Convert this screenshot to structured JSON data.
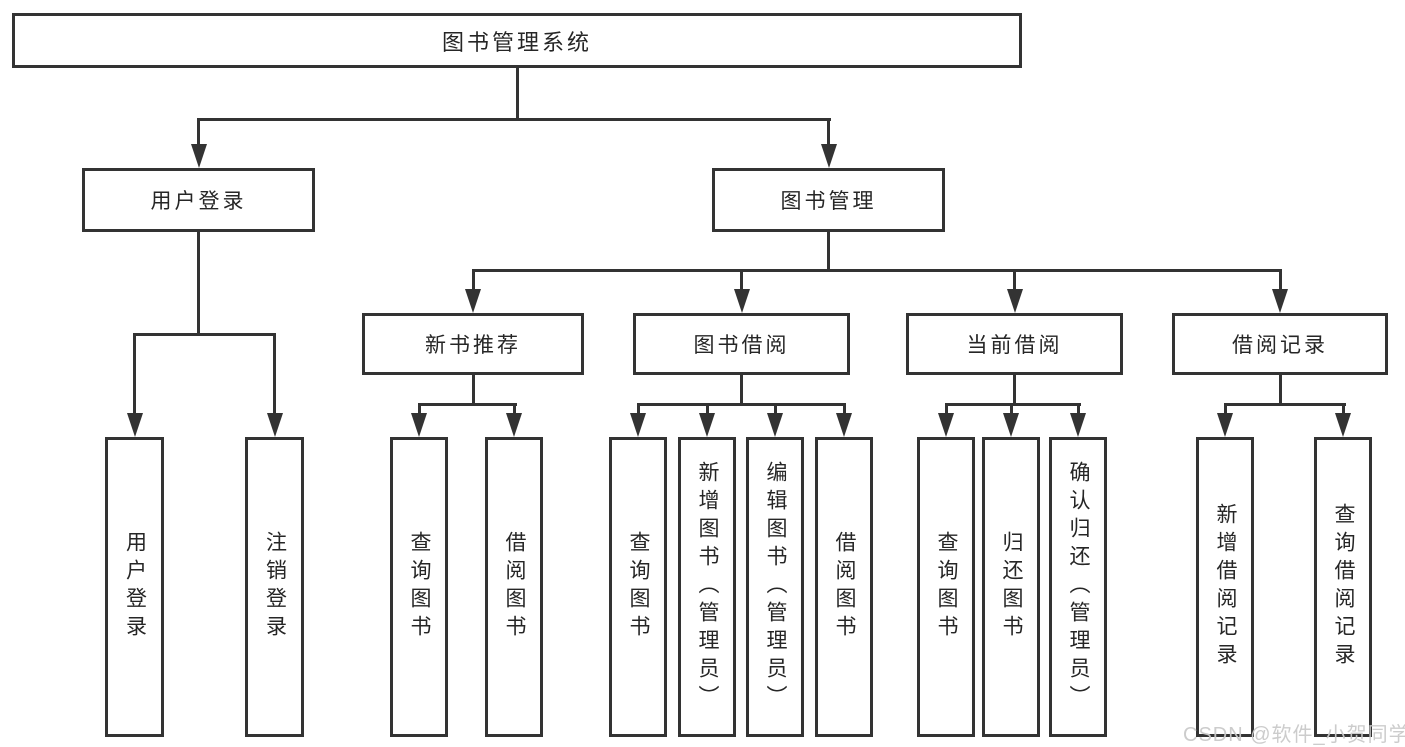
{
  "diagram": {
    "title": "图书管理系统",
    "branches": [
      {
        "label": "用户登录",
        "children": [
          {
            "label": "用户登录"
          },
          {
            "label": "注销登录"
          }
        ]
      },
      {
        "label": "图书管理",
        "children": [
          {
            "label": "新书推荐",
            "children": [
              {
                "label": "查询图书"
              },
              {
                "label": "借阅图书"
              }
            ]
          },
          {
            "label": "图书借阅",
            "children": [
              {
                "label": "查询图书"
              },
              {
                "label": "新增图书（管理员）"
              },
              {
                "label": "编辑图书（管理员）"
              },
              {
                "label": "借阅图书"
              }
            ]
          },
          {
            "label": "当前借阅",
            "children": [
              {
                "label": "查询图书"
              },
              {
                "label": "归还图书"
              },
              {
                "label": "确认归还（管理员）"
              }
            ]
          },
          {
            "label": "借阅记录",
            "children": [
              {
                "label": "新增借阅记录"
              },
              {
                "label": "查询借阅记录"
              }
            ]
          }
        ]
      }
    ]
  },
  "watermark": {
    "text": "CSDN @软件_小贺同学"
  },
  "colors": {
    "line": "#333333",
    "box_border": "#333333",
    "box_background": "#ffffff",
    "text": "#262626",
    "watermark": "#c9c9c9",
    "page_background": "#ffffff"
  }
}
